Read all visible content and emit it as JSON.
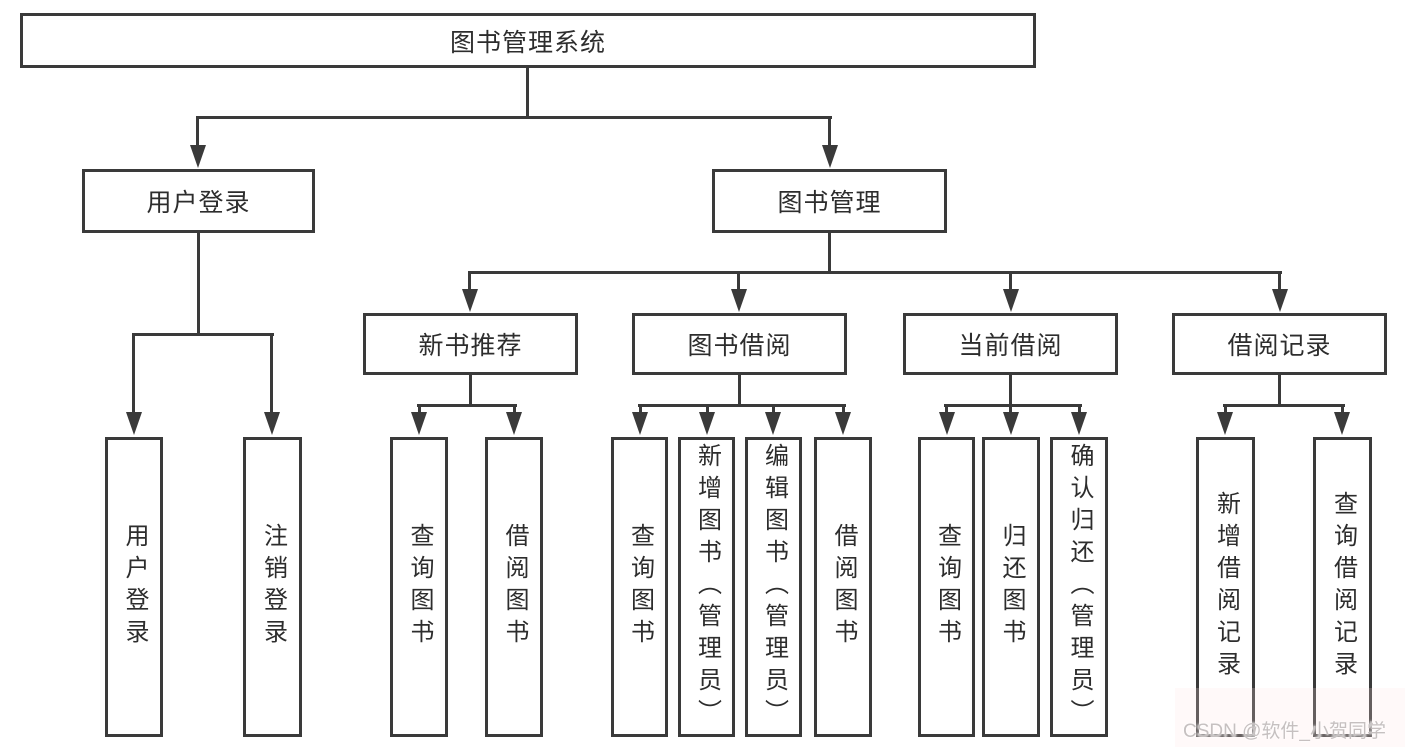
{
  "tree": {
    "root": {
      "label": "图书管理系统"
    },
    "children": [
      {
        "label": "用户登录",
        "children": [
          {
            "label": "用户登录"
          },
          {
            "label": "注销登录"
          }
        ]
      },
      {
        "label": "图书管理",
        "children": [
          {
            "label": "新书推荐",
            "children": [
              {
                "label": "查询图书"
              },
              {
                "label": "借阅图书"
              }
            ]
          },
          {
            "label": "图书借阅",
            "children": [
              {
                "label": "查询图书"
              },
              {
                "label": "新增图书（管理员）"
              },
              {
                "label": "编辑图书（管理员）"
              },
              {
                "label": "借阅图书"
              }
            ]
          },
          {
            "label": "当前借阅",
            "children": [
              {
                "label": "查询图书"
              },
              {
                "label": "归还图书"
              },
              {
                "label": "确认归还（管理员）"
              }
            ]
          },
          {
            "label": "借阅记录",
            "children": [
              {
                "label": "新增借阅记录"
              },
              {
                "label": "查询借阅记录"
              }
            ]
          }
        ]
      }
    ]
  },
  "watermark": "CSDN @软件_小贺同学",
  "colors": {
    "line": "#3a3a3a",
    "text": "#2d2d2d",
    "watermark": "#c6c0c0",
    "background": "#ffffff"
  }
}
